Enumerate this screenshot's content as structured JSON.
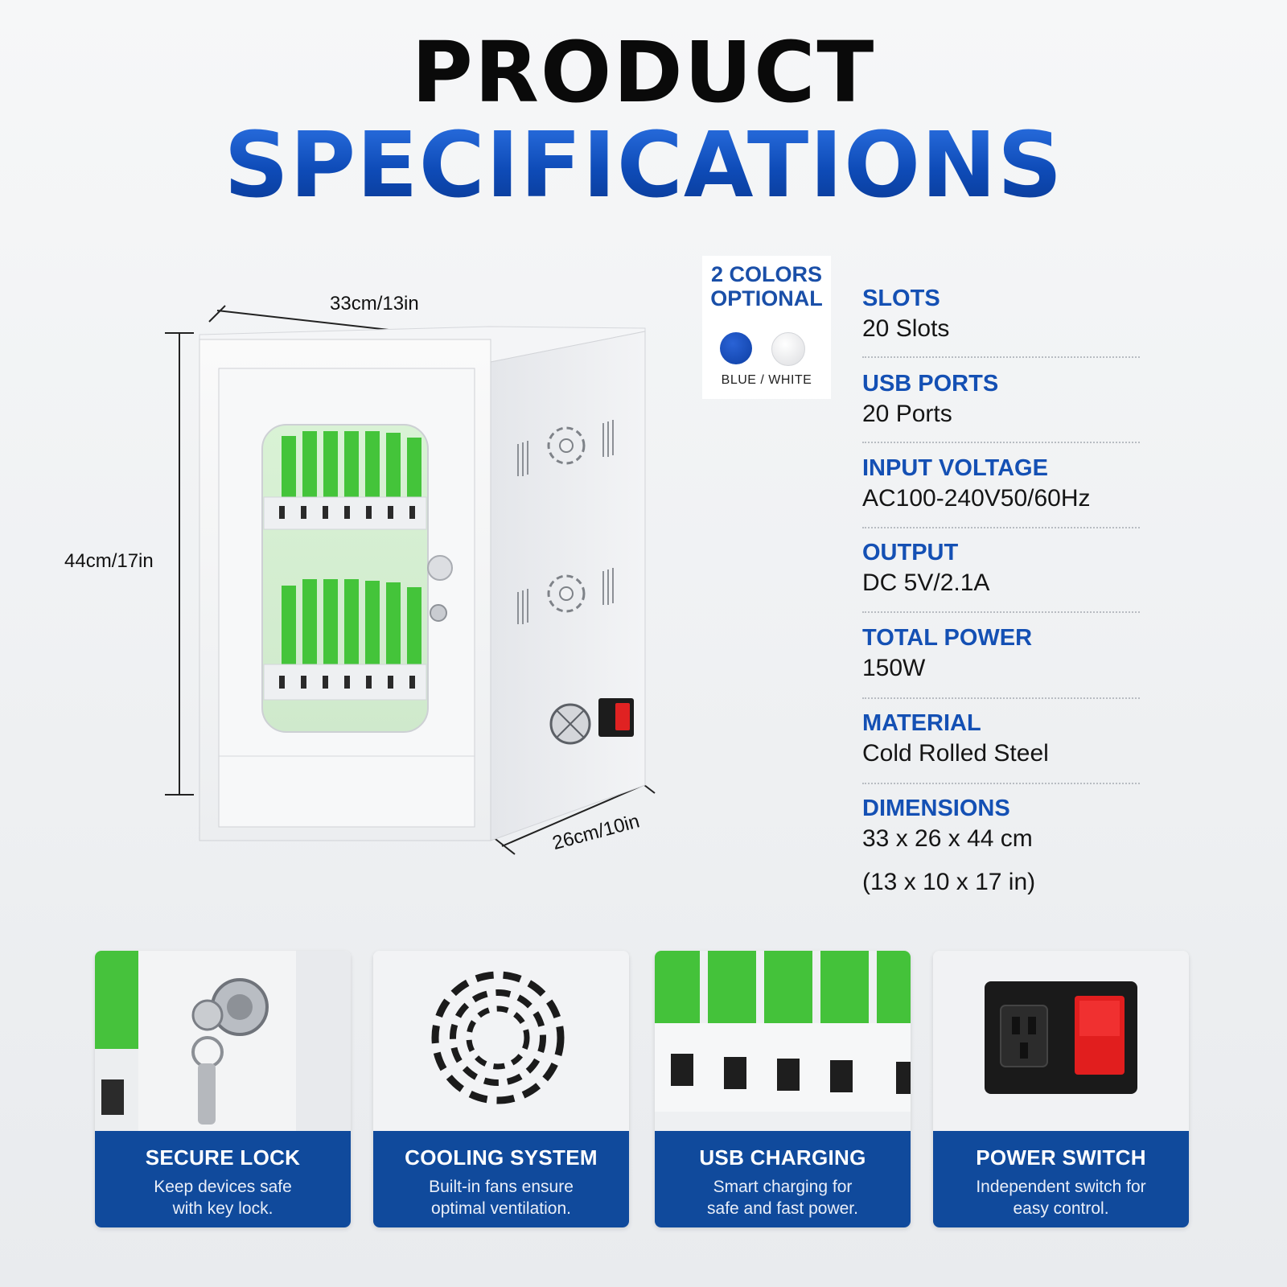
{
  "header": {
    "line1": "PRODUCT",
    "line2": "SPECIFICATIONS"
  },
  "dimensions": {
    "width": "33cm/13in",
    "height": "44cm/17in",
    "depth": "26cm/10in"
  },
  "colors_option": {
    "title_line1": "2 COLORS",
    "title_line2": "OPTIONAL",
    "label": "BLUE / WHITE",
    "swatches": [
      "#1a4fb8",
      "#f2f2f2"
    ]
  },
  "specs": [
    {
      "label": "SLOTS",
      "value": "20 Slots"
    },
    {
      "label": "USB PORTS",
      "value": "20 Ports"
    },
    {
      "label": "INPUT VOLTAGE",
      "value": "AC100-240V50/60Hz"
    },
    {
      "label": "OUTPUT",
      "value": "DC 5V/2.1A"
    },
    {
      "label": "TOTAL POWER",
      "value": "150W"
    },
    {
      "label": "MATERIAL",
      "value": "Cold Rolled Steel"
    },
    {
      "label": "DIMENSIONS",
      "value": "33 x 26 x 44 cm",
      "value2": "(13 x 10 x 17 in)"
    }
  ],
  "features": [
    {
      "title": "SECURE LOCK",
      "line1": "Keep devices safe",
      "line2": "with key lock."
    },
    {
      "title": "COOLING SYSTEM",
      "line1": "Built-in fans ensure",
      "line2": "optimal ventilation."
    },
    {
      "title": "USB CHARGING",
      "line1": "Smart charging for",
      "line2": "safe and fast power."
    },
    {
      "title": "POWER SWITCH",
      "line1": "Independent switch for",
      "line2": "easy control."
    }
  ],
  "theme": {
    "brand_blue": "#1450b4",
    "band_blue": "#104a9c",
    "accent_green": "#43c43a"
  }
}
